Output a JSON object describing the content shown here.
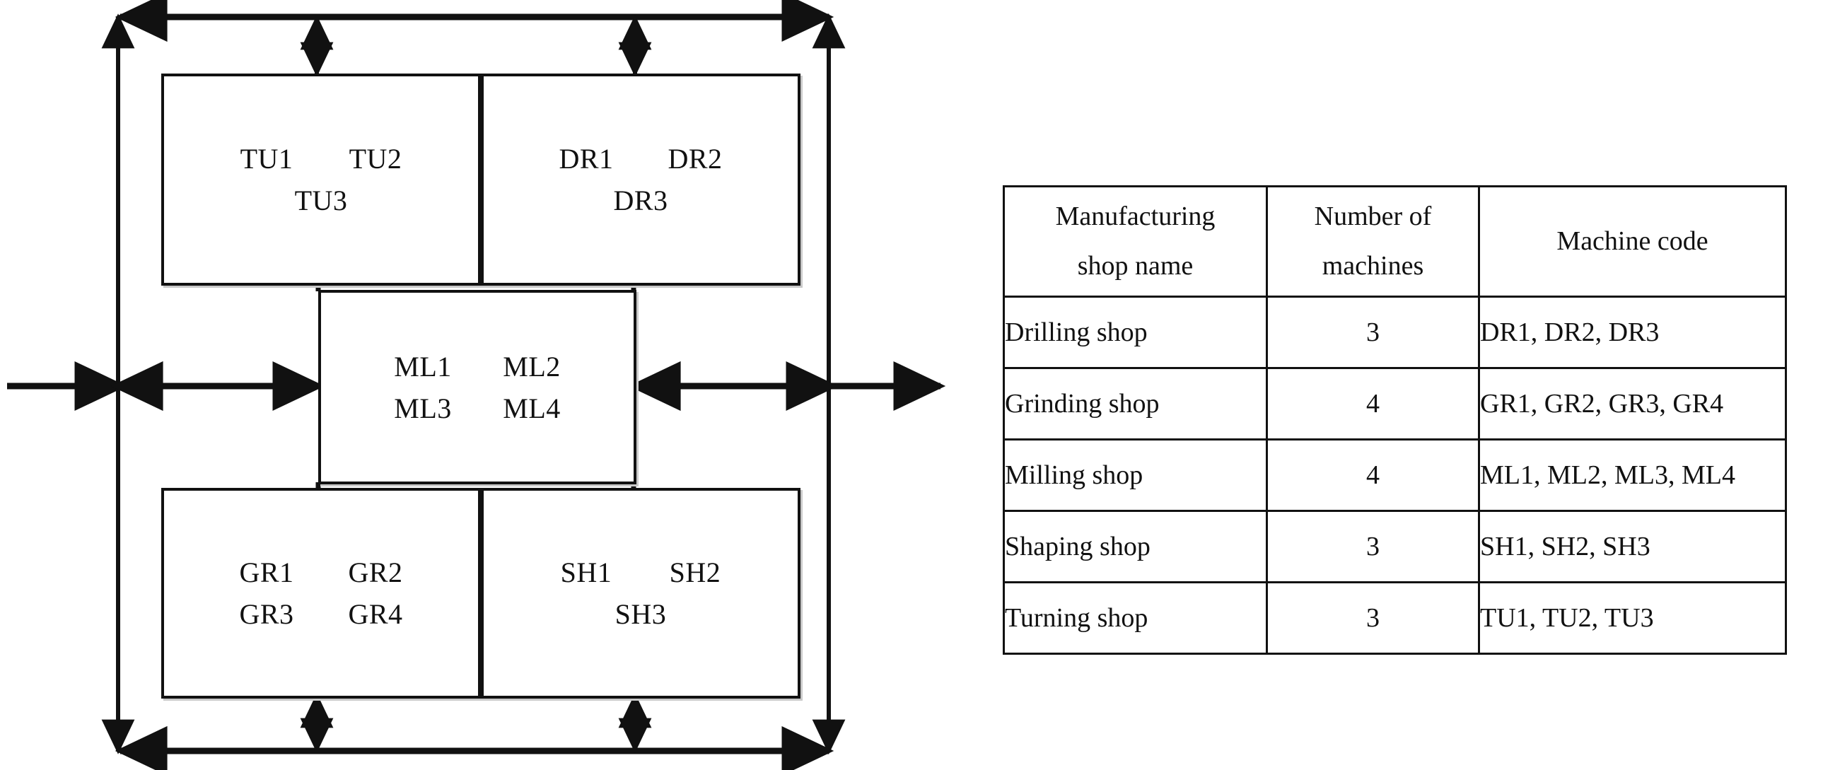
{
  "diagram": {
    "title": "manufacturing-shop-layout",
    "line_color": "#111111",
    "box_fill": "#ffffff",
    "shadow_color": "#c9c9c9",
    "boxes": [
      {
        "id": "turning-shop-box",
        "rows": [
          [
            "TU1",
            "TU2"
          ],
          [
            "TU3"
          ]
        ]
      },
      {
        "id": "drilling-shop-box",
        "rows": [
          [
            "DR1",
            "DR2"
          ],
          [
            "DR3"
          ]
        ]
      },
      {
        "id": "milling-shop-box",
        "rows": [
          [
            "ML1",
            "ML2"
          ],
          [
            "ML3",
            "ML4"
          ]
        ]
      },
      {
        "id": "grinding-shop-box",
        "rows": [
          [
            "GR1",
            "GR2"
          ],
          [
            "GR3",
            "GR4"
          ]
        ]
      },
      {
        "id": "shaping-shop-box",
        "rows": [
          [
            "SH1",
            "SH2"
          ],
          [
            "SH3"
          ]
        ]
      }
    ]
  },
  "table": {
    "headers": [
      "Manufacturing\nshop name",
      "Number of\nmachines",
      "Machine code"
    ],
    "rows": [
      {
        "shop": "Drilling shop",
        "count": "3",
        "codes": "DR1, DR2, DR3"
      },
      {
        "shop": "Grinding shop",
        "count": "4",
        "codes": "GR1, GR2, GR3, GR4"
      },
      {
        "shop": "Milling shop",
        "count": "4",
        "codes": "ML1, ML2, ML3, ML4"
      },
      {
        "shop": "Shaping shop",
        "count": "3",
        "codes": "SH1, SH2, SH3"
      },
      {
        "shop": "Turning shop",
        "count": "3",
        "codes": "TU1, TU2, TU3"
      }
    ]
  }
}
